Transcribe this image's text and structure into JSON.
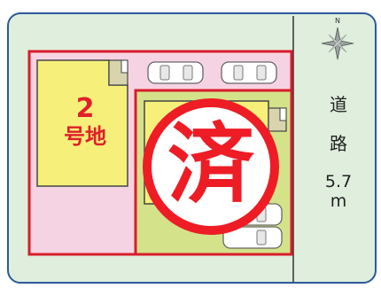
{
  "lot": {
    "number": "2",
    "label": "号地"
  },
  "stamp": {
    "text": "済"
  },
  "road": {
    "chars": [
      "道",
      "路",
      "5.7",
      "m"
    ]
  },
  "north": {
    "label": "N"
  },
  "colors": {
    "frame_bg": "#dfeedd",
    "frame_border": "#2a5a9a",
    "lot_fill": "#f6f07a",
    "lot_outline": "#d81c2b",
    "parking_fill": "#f6d3e2",
    "green_fill": "#d4e28a",
    "stamp_red": "#ee1c25"
  }
}
